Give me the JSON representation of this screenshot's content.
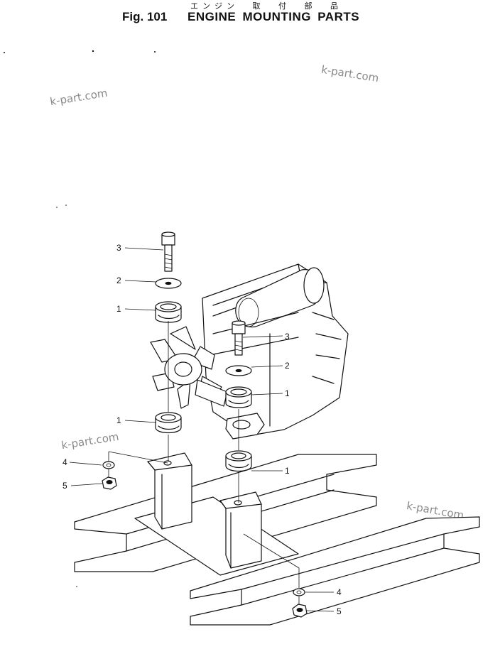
{
  "header": {
    "japanese_title": "エンジン 取 付 部 品",
    "figure_label": "Fig. 101",
    "figure_title": "ENGINE MOUNTING PARTS"
  },
  "watermark": "k-part.com",
  "callouts": [
    "3",
    "2",
    "1",
    "3",
    "2",
    "1",
    "1",
    "4",
    "5",
    "1",
    "4",
    "5"
  ]
}
